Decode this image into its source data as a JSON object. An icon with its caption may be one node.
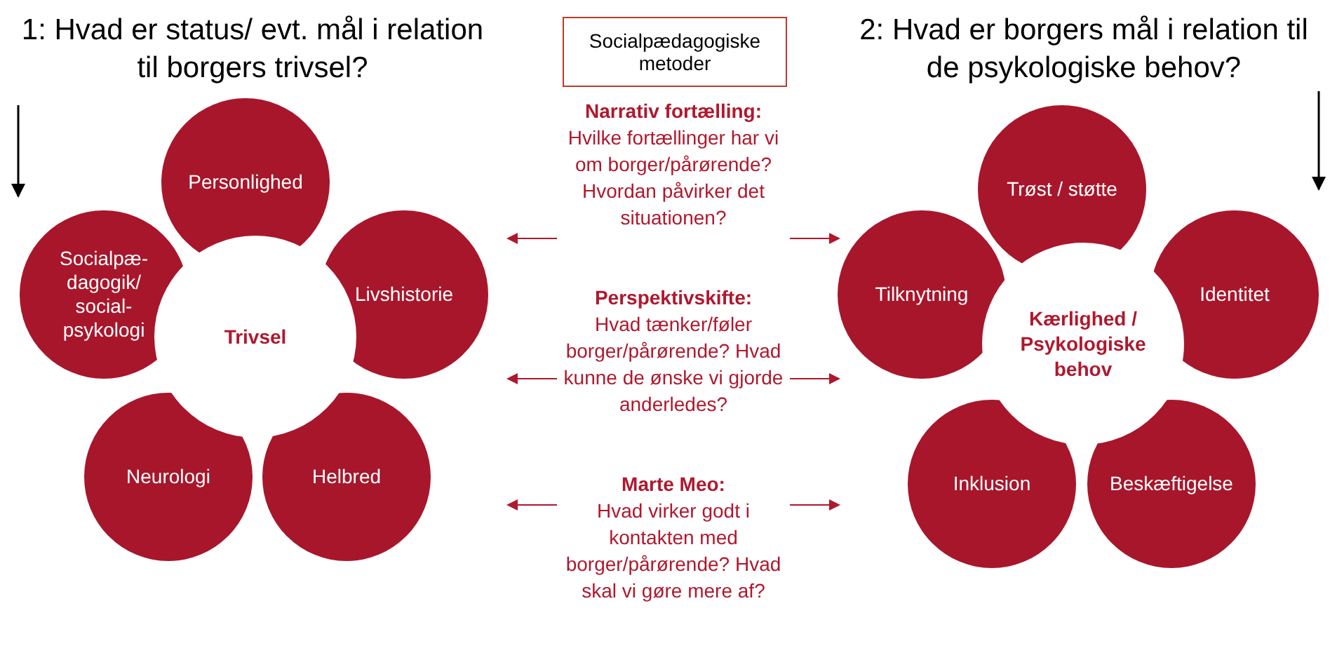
{
  "diagram": {
    "nodes": [
      {
        "text": [
          "Personlighed"
        ]
      },
      {
        "text": [
          "Livshistorie"
        ]
      },
      {
        "text": [
          "Helbred"
        ]
      },
      {
        "text": [
          "Neurologi"
        ]
      },
      {
        "text": [
          "Socialpæ-dagogik/ social-psykologi"
        ]
      },
      {
        "text": [
          "Trivsel"
        ]
      },
      {
        "text": [
          "Trøst / støtte"
        ]
      },
      {
        "text": [
          "Identitet"
        ]
      },
      {
        "text": [
          "Beskæftigelse"
        ]
      },
      {
        "text": [
          "Inklusion"
        ]
      },
      {
        "text": [
          "Tilknytning"
        ]
      },
      {
        "text": [
          "Kærlighed / Psykologiske behov"
        ]
      },
      {
        "text": [
          "Socialpædagogiske metoder"
        ]
      },
      {
        "text": [
          "Narrativ fortælling:",
          "Hvilke fortællinger har vi om borger/pårørende? Hvordan påvirker det situationen?"
        ]
      },
      {
        "text": [
          "Perspektivskifte:",
          "Hvad tænker/føler borger/pårørende? Hvad kunne de ønske vi gjorde anderledes?"
        ]
      },
      {
        "text": [
          "Marte Meo:",
          "Hvad virker godt i kontakten med borger/pårørende? Hvad skal vi gøre mere af?"
        ]
      }
    ],
    "edges": [
      {
        "from": 13,
        "to": null,
        "arrow": "to"
      },
      {
        "from": 13,
        "to": null,
        "arrow": "to"
      },
      {
        "from": 14,
        "to": null,
        "arrow": "to"
      },
      {
        "from": 14,
        "to": null,
        "arrow": "to"
      },
      {
        "from": 15,
        "to": null,
        "arrow": "to"
      },
      {
        "from": 15,
        "to": null,
        "arrow": "to"
      }
    ],
    "labels": [
      "1: Hvad er status/ evt. mål i relation til borgers trivsel?",
      "2: Hvad er borgers mål i relation til de psykologiske behov?"
    ]
  }
}
